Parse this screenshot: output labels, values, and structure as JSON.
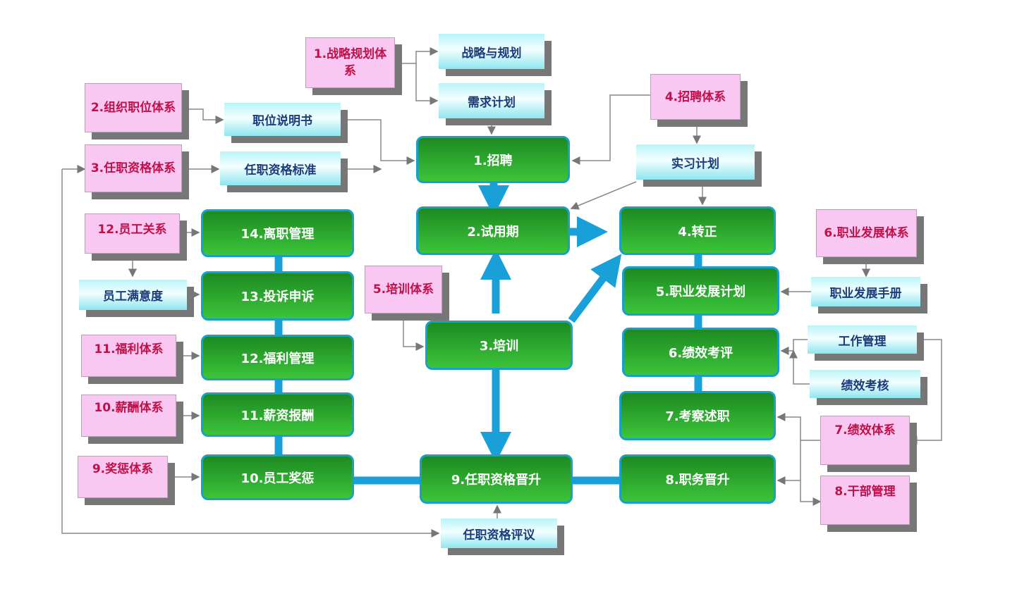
{
  "pink": [
    "1.战略规划体系",
    "2.组织职位体系",
    "3.任职资格体系",
    "4.招聘体系",
    "5.培训体系",
    "6.职业发展体系",
    "7.绩效体系",
    "8.干部管理",
    "9.奖惩体系",
    "10.薪酬体系",
    "11.福利体系",
    "12.员工关系"
  ],
  "cyan": [
    "战略与规划",
    "需求计划",
    "职位说明书",
    "任职资格标准",
    "实习计划",
    "员工满意度",
    "职业发展手册",
    "工作管理",
    "绩效考核",
    "任职资格评议"
  ],
  "green": [
    "1.招聘",
    "2.试用期",
    "3.培训",
    "4.转正",
    "5.职业发展计划",
    "6.绩效考评",
    "7.考察述职",
    "8.职务晋升",
    "9.任职资格晋升",
    "10.员工奖惩",
    "11.薪资报酬",
    "12.福利管理",
    "13.投诉申诉",
    "14.离职管理"
  ],
  "colors": {
    "pink": "#f9c8f2",
    "green": "#2fae2f",
    "blue": "#1aa0d8"
  }
}
